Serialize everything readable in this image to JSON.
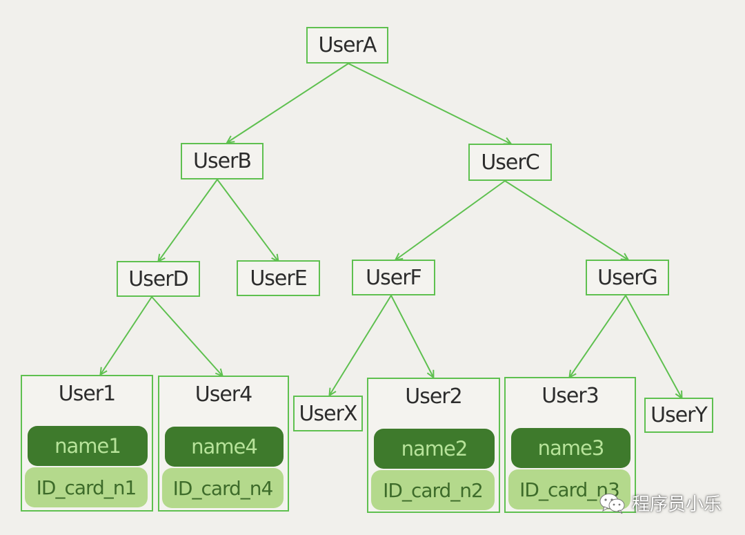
{
  "colors": {
    "edge": "#5ec04f",
    "background": "#f1f0ec",
    "dark_pill": "#3e7a2c",
    "light_pill": "#b4d98c"
  },
  "nodes": {
    "user_a": "UserA",
    "user_b": "UserB",
    "user_c": "UserC",
    "user_d": "UserD",
    "user_e": "UserE",
    "user_f": "UserF",
    "user_g": "UserG",
    "user_x": "UserX",
    "user_y": "UserY"
  },
  "leaves": [
    {
      "title": "User1",
      "name": "name1",
      "id": "ID_card_n1"
    },
    {
      "title": "User4",
      "name": "name4",
      "id": "ID_card_n4"
    },
    {
      "title": "User2",
      "name": "name2",
      "id": "ID_card_n2"
    },
    {
      "title": "User3",
      "name": "name3",
      "id": "ID_card_n3"
    }
  ],
  "watermark": {
    "icon": "wechat-icon",
    "text": "程序员小乐"
  }
}
